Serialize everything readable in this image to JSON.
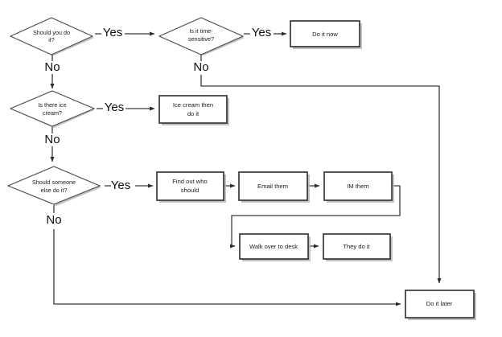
{
  "diagram": {
    "title": "Should you do it? decision flowchart",
    "type": "flowchart",
    "colors": {
      "background": "#ffffff",
      "node_stroke": "#4a4a4a",
      "box_stroke": "#2b2b2b",
      "connector": "#3a3a3a",
      "text": "#1a1a1a",
      "shadow": "#b9b9b9"
    },
    "decisions": [
      {
        "id": "should-you-do-it",
        "line1": "Should you do",
        "line2": "it?",
        "yes_label": "Yes",
        "no_label": "No"
      },
      {
        "id": "is-it-time-sensitive",
        "line1": "Is it time-",
        "line2": "sensitive?",
        "yes_label": "Yes",
        "no_label": "No"
      },
      {
        "id": "is-there-ice-cream",
        "line1": "Is there ice",
        "line2": "cream?",
        "yes_label": "Yes",
        "no_label": "No"
      },
      {
        "id": "should-someone-else-do-it",
        "line1": "Should someone",
        "line2": "else do it?",
        "yes_label": "Yes",
        "no_label": "No"
      }
    ],
    "processes": [
      {
        "id": "do-it-now",
        "line1": "Do it now",
        "line2": ""
      },
      {
        "id": "ice-cream-then-do-it",
        "line1": "Ice cream then",
        "line2": "do it"
      },
      {
        "id": "find-out-who-should",
        "line1": "Find out who",
        "line2": "should"
      },
      {
        "id": "email-them",
        "line1": "Email them",
        "line2": ""
      },
      {
        "id": "im-them",
        "line1": "IM them",
        "line2": ""
      },
      {
        "id": "walk-over-to-desk",
        "line1": "Walk over to desk",
        "line2": ""
      },
      {
        "id": "they-do-it",
        "line1": "They do it",
        "line2": ""
      },
      {
        "id": "do-it-later",
        "line1": "Do it later",
        "line2": ""
      }
    ]
  }
}
